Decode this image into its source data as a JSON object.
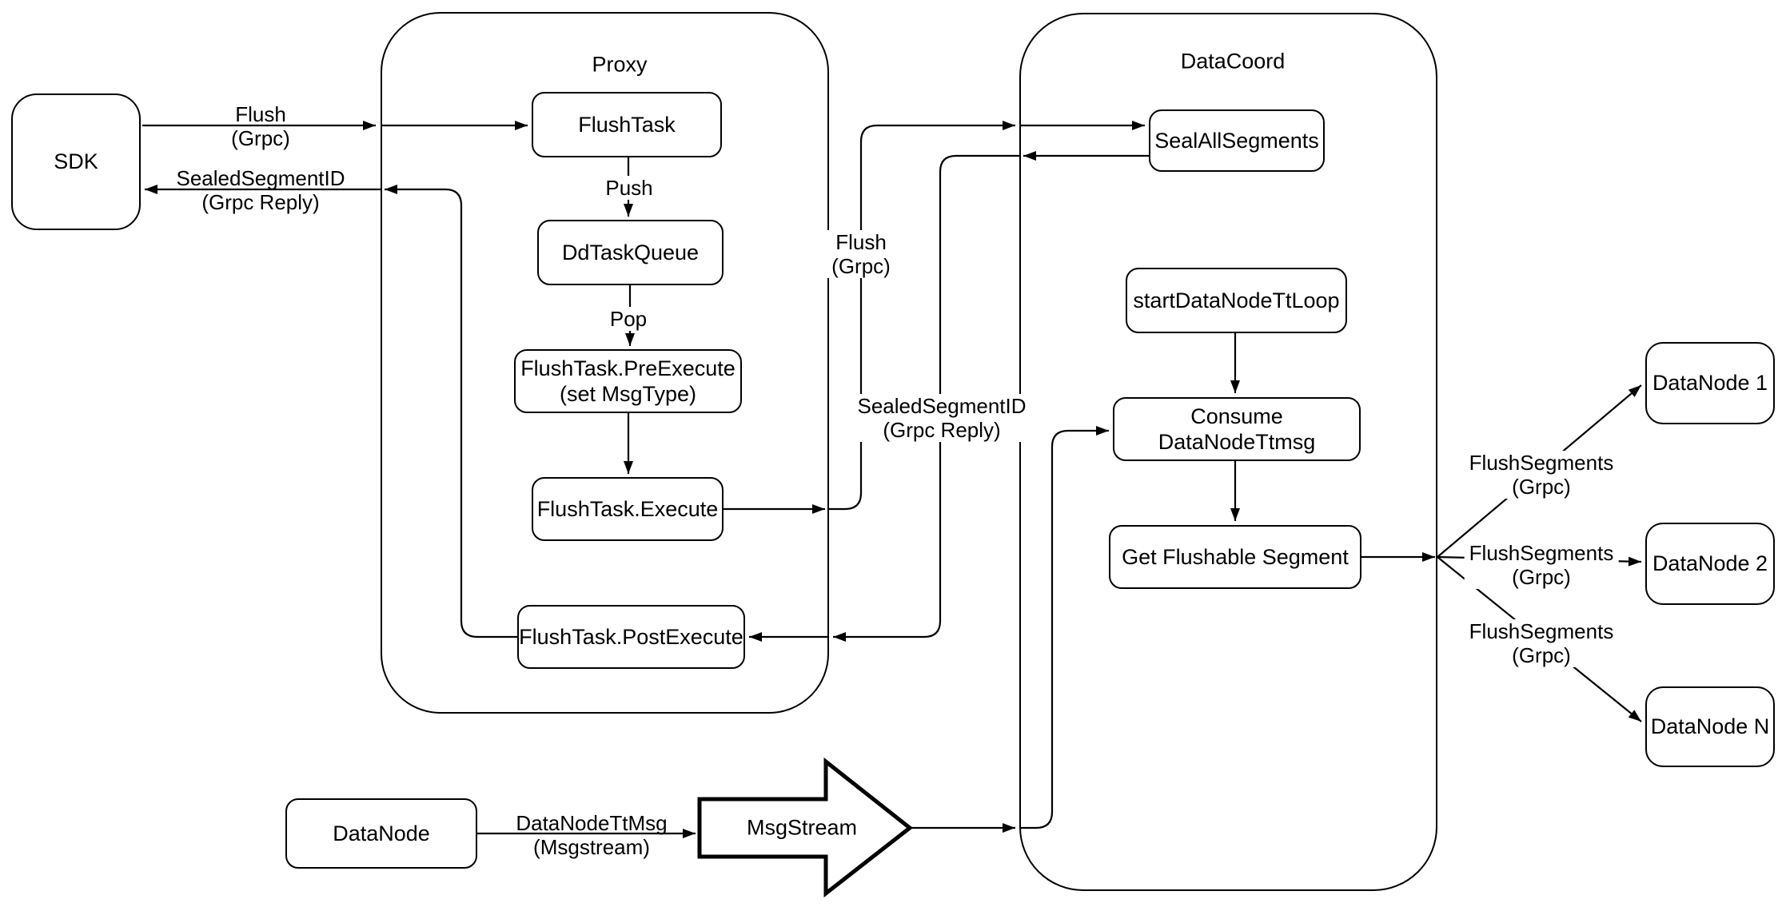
{
  "diagram": {
    "title_hint": "Milvus flush flow diagram",
    "colors": {
      "stroke": "#000000",
      "fill": "#ffffff",
      "background": "#ffffff"
    },
    "containers": {
      "proxy": "Proxy",
      "datacoord": "DataCoord"
    },
    "nodes": {
      "sdk": "SDK",
      "flush_task": "FlushTask",
      "dd_task_queue": "DdTaskQueue",
      "pre_execute_line1": "FlushTask.PreExecute",
      "pre_execute_line2": "(set MsgType)",
      "execute": "FlushTask.Execute",
      "post_execute": "FlushTask.PostExecute",
      "seal_all_segments": "SealAllSegments",
      "start_datanode_tt_loop": "startDataNodeTtLoop",
      "consume_datanode_ttmsg": "Consume DataNodeTtmsg",
      "get_flushable_segment": "Get Flushable Segment",
      "datanode_1": "DataNode 1",
      "datanode_2": "DataNode 2",
      "datanode_n": "DataNode N",
      "datanode_bottom": "DataNode",
      "msgstream": "MsgStream"
    },
    "edge_labels": {
      "flush_sdk_line1": "Flush",
      "flush_sdk_line2": "(Grpc)",
      "sealed_sdk_line1": "SealedSegmentID",
      "sealed_sdk_line2": "(Grpc Reply)",
      "push": "Push",
      "pop": "Pop",
      "flush_mid_line1": "Flush",
      "flush_mid_line2": "(Grpc)",
      "sealed_mid_line1": "SealedSegmentID",
      "sealed_mid_line2": "(Grpc Reply)",
      "flush_segments_1_line1": "FlushSegments",
      "flush_segments_1_line2": "(Grpc)",
      "flush_segments_2_line1": "FlushSegments",
      "flush_segments_2_line2": "(Grpc)",
      "flush_segments_3_line1": "FlushSegments",
      "flush_segments_3_line2": "(Grpc)",
      "datanode_tt_line1": "DataNodeTtMsg",
      "datanode_tt_line2": "(Msgstream)"
    }
  }
}
